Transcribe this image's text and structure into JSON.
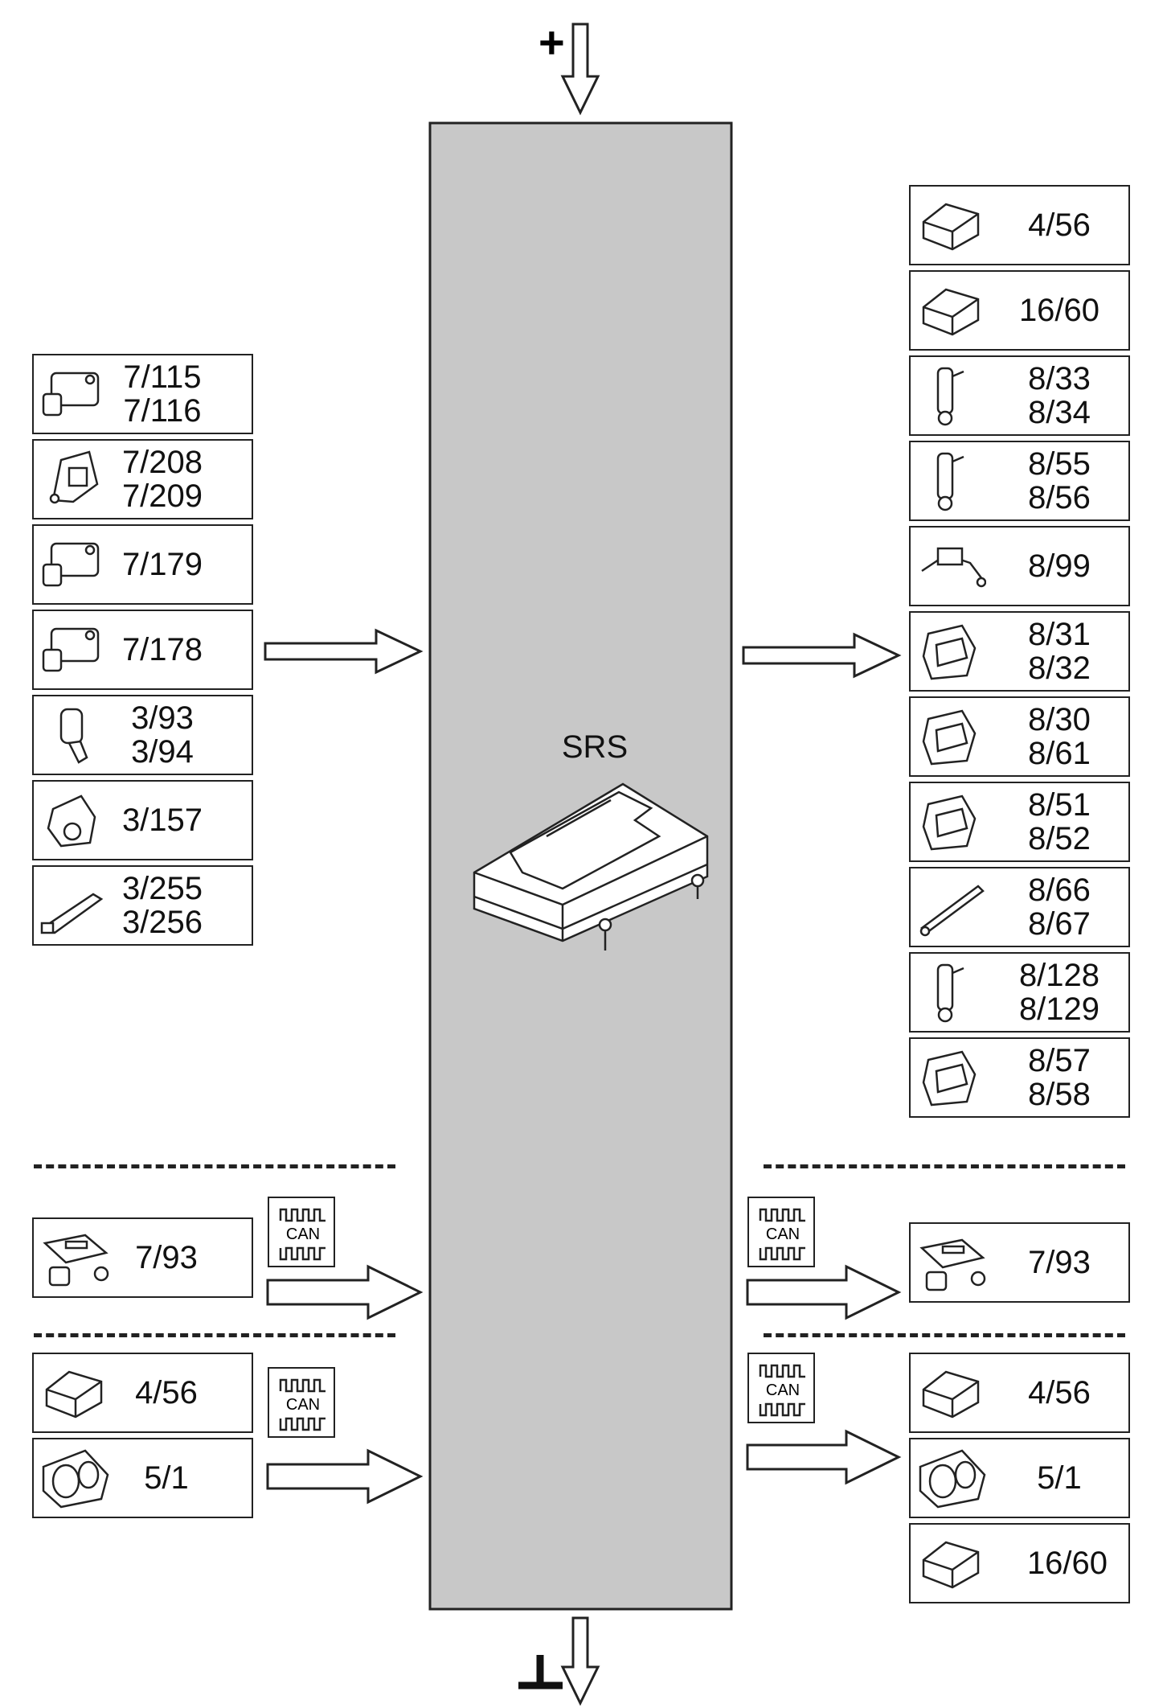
{
  "module": {
    "label": "SRS",
    "power_symbol": "+",
    "ground_symbol": "⊥"
  },
  "can_label": "CAN",
  "inputs": [
    {
      "icon": "sensor-icon",
      "lines": [
        "7/115",
        "7/116"
      ]
    },
    {
      "icon": "bracket-sensor-icon",
      "lines": [
        "7/208",
        "7/209"
      ]
    },
    {
      "icon": "sensor-icon",
      "lines": [
        "7/179"
      ]
    },
    {
      "icon": "sensor-icon",
      "lines": [
        "7/178"
      ]
    },
    {
      "icon": "buckle-icon",
      "lines": [
        "3/93",
        "3/94"
      ]
    },
    {
      "icon": "switch-icon",
      "lines": [
        "3/157"
      ]
    },
    {
      "icon": "sensor-strip-icon",
      "lines": [
        "3/255",
        "3/256"
      ]
    }
  ],
  "outputs": [
    {
      "icon": "control-module-icon",
      "lines": [
        "4/56"
      ]
    },
    {
      "icon": "control-module-icon",
      "lines": [
        "16/60"
      ]
    },
    {
      "icon": "pretensioner-icon",
      "lines": [
        "8/33",
        "8/34"
      ]
    },
    {
      "icon": "pretensioner-icon",
      "lines": [
        "8/55",
        "8/56"
      ]
    },
    {
      "icon": "harness-icon",
      "lines": [
        "8/99"
      ]
    },
    {
      "icon": "airbag-module-icon",
      "lines": [
        "8/31",
        "8/32"
      ]
    },
    {
      "icon": "airbag-module-icon",
      "lines": [
        "8/30",
        "8/61"
      ]
    },
    {
      "icon": "airbag-module-icon",
      "lines": [
        "8/51",
        "8/52"
      ]
    },
    {
      "icon": "curtain-airbag-icon",
      "lines": [
        "8/66",
        "8/67"
      ]
    },
    {
      "icon": "pretensioner-icon",
      "lines": [
        "8/128",
        "8/129"
      ]
    },
    {
      "icon": "airbag-module-icon",
      "lines": [
        "8/57",
        "8/58"
      ]
    }
  ],
  "can_in": [
    {
      "icon": "key-reader-icon",
      "lines": [
        "7/93"
      ]
    },
    {
      "icon": "control-module-icon",
      "lines": [
        "4/56"
      ]
    },
    {
      "icon": "instrument-cluster-icon",
      "lines": [
        "5/1"
      ]
    }
  ],
  "can_out": [
    {
      "icon": "key-reader-icon",
      "lines": [
        "7/93"
      ]
    },
    {
      "icon": "control-module-icon",
      "lines": [
        "4/56"
      ]
    },
    {
      "icon": "instrument-cluster-icon",
      "lines": [
        "5/1"
      ]
    },
    {
      "icon": "control-module-icon",
      "lines": [
        "16/60"
      ]
    }
  ]
}
